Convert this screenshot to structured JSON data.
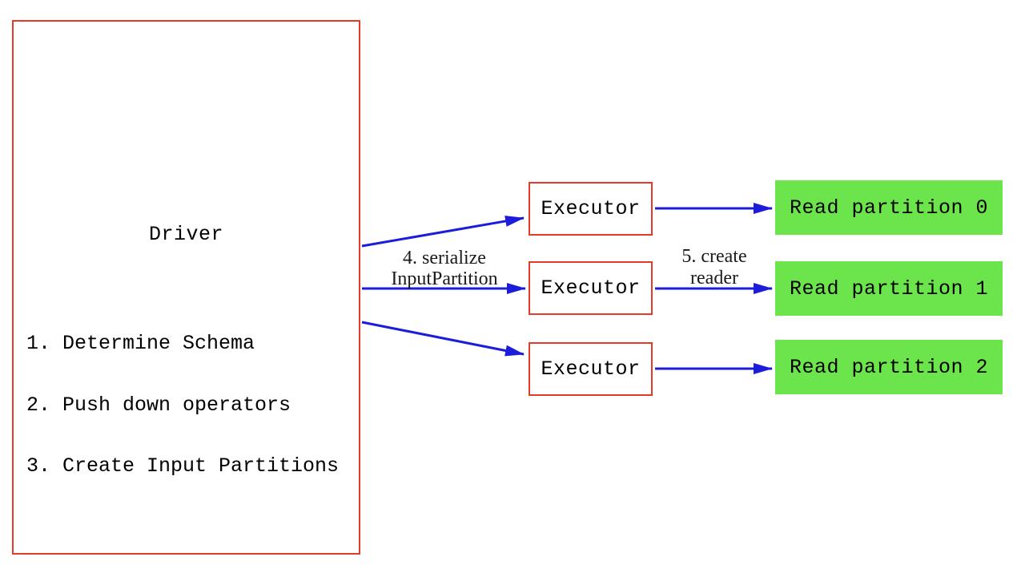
{
  "diagram": {
    "driver": {
      "title": "Driver",
      "steps": [
        "1. Determine Schema",
        "2. Push down operators",
        "3. Create Input Partitions"
      ]
    },
    "executors": [
      {
        "label": "Executor"
      },
      {
        "label": "Executor"
      },
      {
        "label": "Executor"
      }
    ],
    "partitions": [
      {
        "label": "Read partition 0"
      },
      {
        "label": "Read partition 1"
      },
      {
        "label": "Read partition 2"
      }
    ],
    "edge_labels": {
      "serialize_line1": "4. serialize",
      "serialize_line2": "InputPartition",
      "create_reader_line1": "5. create",
      "create_reader_line2": "reader"
    },
    "colors": {
      "box_border": "#e53b2d",
      "partition_fill": "#6ce54c",
      "arrow": "#1c1cdb",
      "text": "#000000",
      "background": "#ffffff"
    }
  }
}
